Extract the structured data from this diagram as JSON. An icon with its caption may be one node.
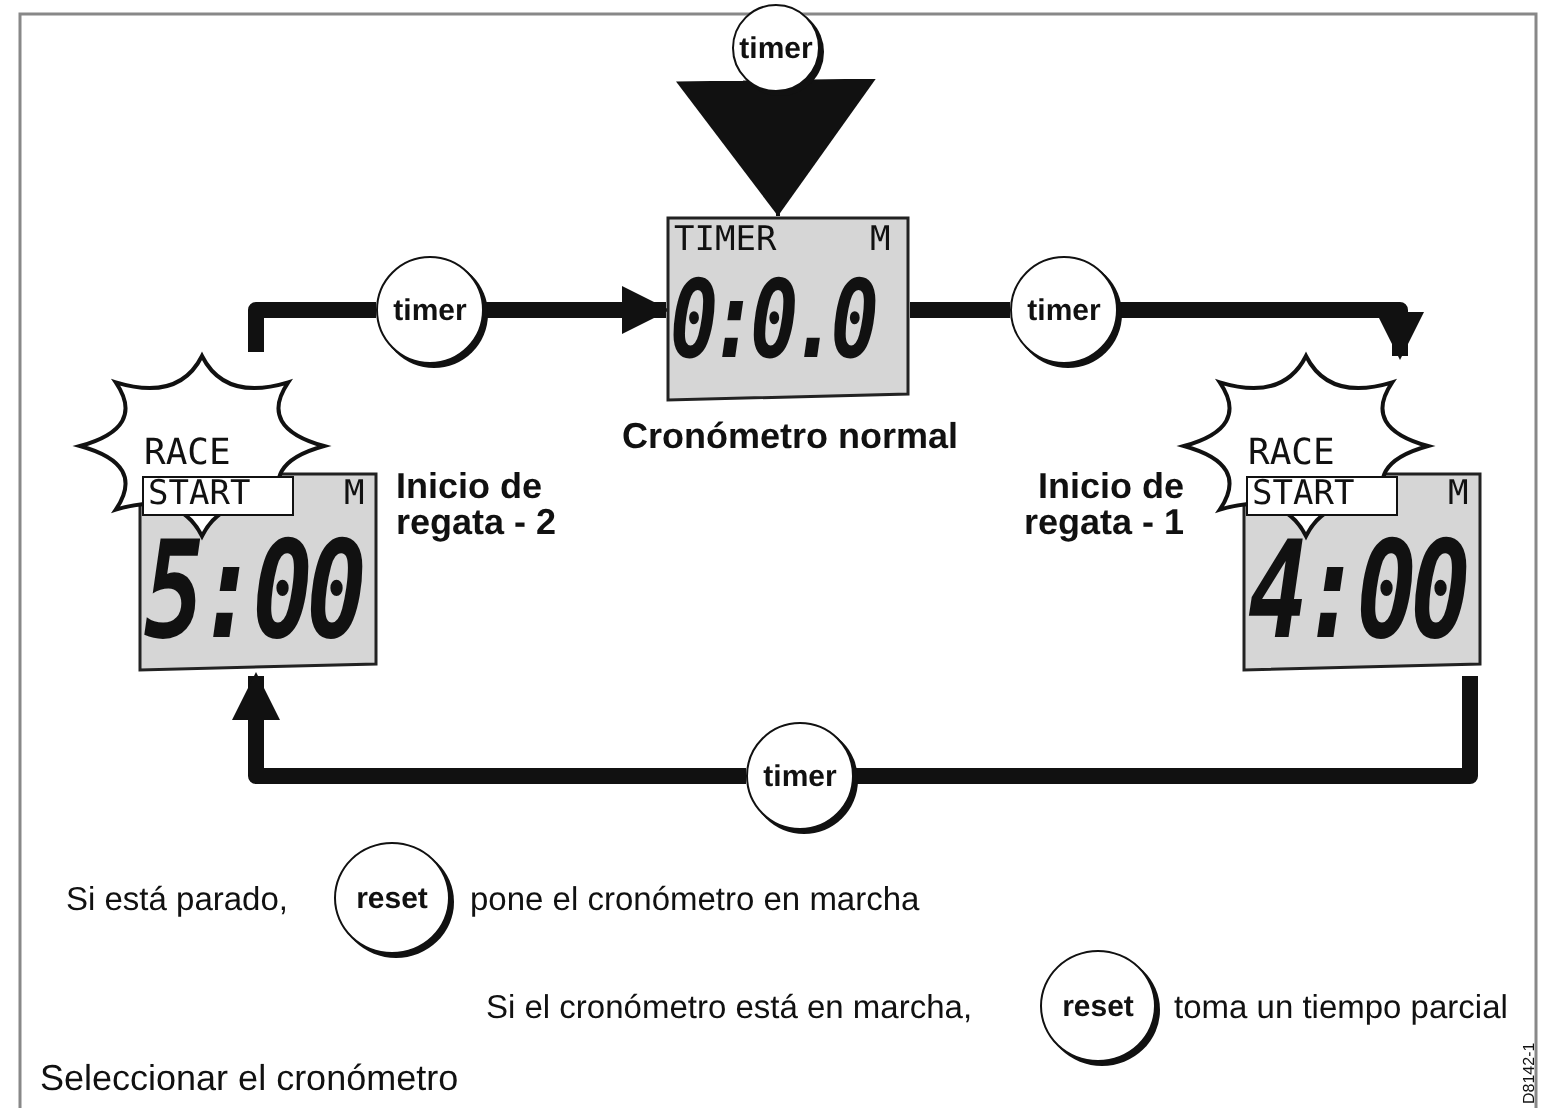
{
  "diagram": {
    "caption": "Seleccionar el cronómetro",
    "nodes": [
      {
        "text": [
          "TIMER",
          "M",
          "0:0.0"
        ],
        "beside": [
          "Cronómetro normal"
        ]
      },
      {
        "text": [
          "RACE",
          "START",
          "M",
          "4:00"
        ],
        "beside": [
          "Inicio de regata - 1"
        ]
      },
      {
        "text": [
          "RACE",
          "START",
          "M",
          "5:00"
        ],
        "beside": [
          "Inicio de regata - 2"
        ]
      },
      {
        "text": [
          "timer"
        ]
      },
      {
        "text": [
          "reset"
        ]
      },
      {
        "text": [
          "reset"
        ]
      },
      {
        "text": [
          "timer"
        ]
      },
      {
        "text": [
          "timer"
        ]
      },
      {
        "text": [
          "timer"
        ]
      }
    ],
    "edges": [
      {
        "from": 3,
        "to": 0,
        "arrow": "to"
      },
      {
        "from": 2,
        "to": 6,
        "arrow": "none"
      },
      {
        "from": 6,
        "to": 0,
        "arrow": "to"
      },
      {
        "from": 0,
        "to": 7,
        "arrow": "none"
      },
      {
        "from": 7,
        "to": 1,
        "arrow": "to"
      },
      {
        "from": 1,
        "to": 8,
        "arrow": "none"
      },
      {
        "from": 8,
        "to": 2,
        "arrow": "to"
      }
    ],
    "labels": [
      "Si está parado,",
      "pone el cronómetro en marcha",
      "Si el cronómetro está en marcha,",
      "toma un tiempo parcial",
      "D8142-1"
    ]
  }
}
